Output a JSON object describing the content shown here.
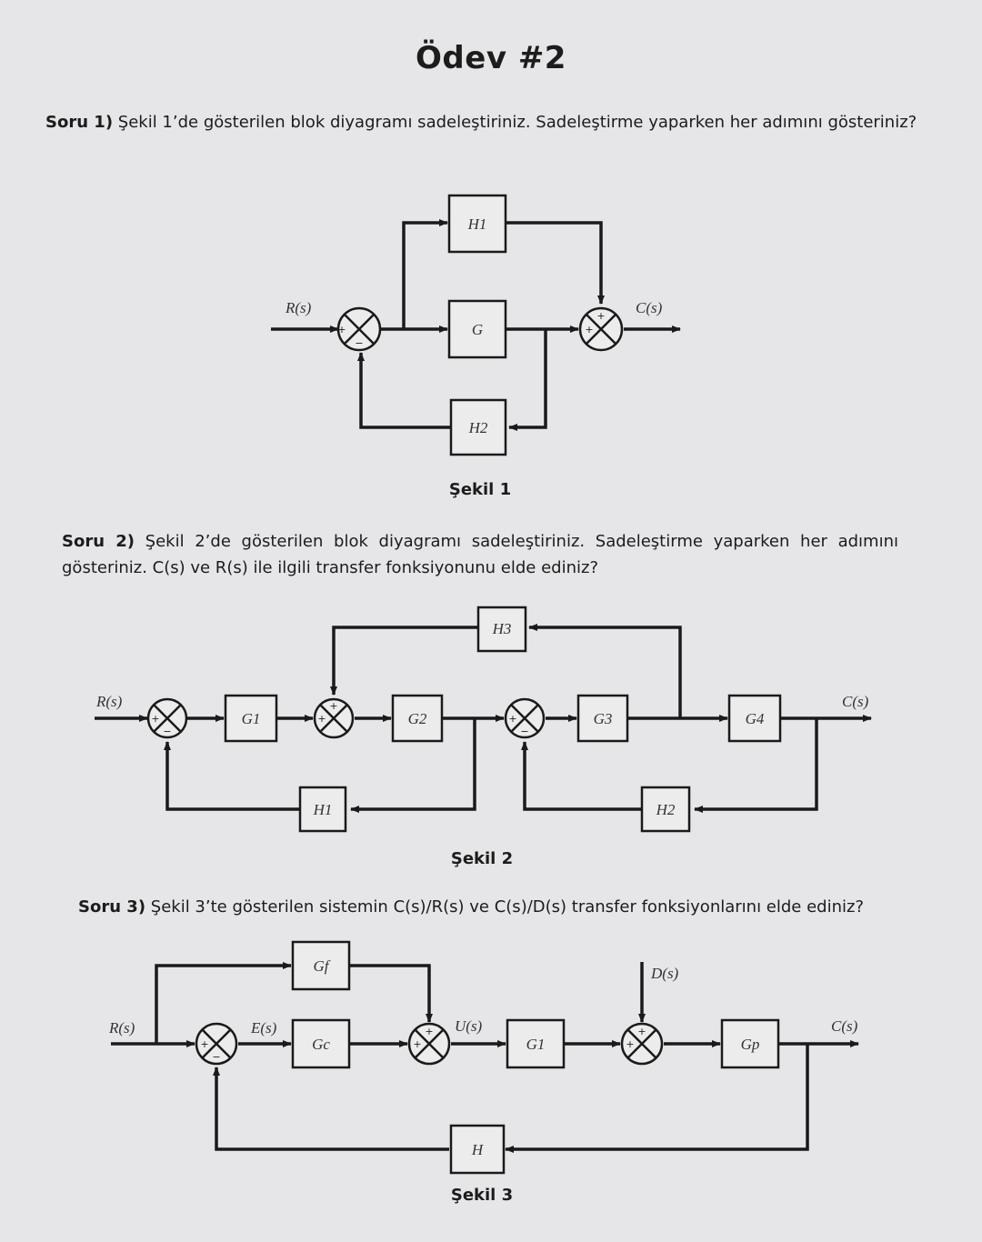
{
  "title": "Ödev #2",
  "questions": {
    "q1": {
      "number": "Soru 1)",
      "text": "Şekil 1’de gösterilen blok diyagramı sadeleştiriniz. Sadeleştirme yaparken her adımını gösteriniz?"
    },
    "q2": {
      "number": "Soru 2)",
      "text": "Şekil 2’de gösterilen blok diyagramı sadeleştiriniz. Sadeleştirme yaparken her adımını gösteriniz. C(s) ve R(s) ile ilgili transfer fonksiyonunu elde ediniz?"
    },
    "q3": {
      "number": "Soru 3)",
      "text": "Şekil 3’te gösterilen sistemin C(s)/R(s) ve C(s)/D(s) transfer fonksiyonlarını elde ediniz?"
    }
  },
  "figures": {
    "fig1": {
      "caption": "Şekil 1",
      "blocks": {
        "h1": "H1",
        "g": "G",
        "h2": "H2"
      },
      "signals": {
        "input": "R(s)",
        "output": "C(s)"
      },
      "signs": {
        "plus": "+",
        "minus": "−"
      }
    },
    "fig2": {
      "caption": "Şekil 2",
      "blocks": {
        "g1": "G1",
        "g2": "G2",
        "g3": "G3",
        "g4": "G4",
        "h1": "H1",
        "h2": "H2",
        "h3": "H3"
      },
      "signals": {
        "input": "R(s)",
        "output": "C(s)"
      },
      "signs": {
        "plus": "+",
        "minus": "−"
      }
    },
    "fig3": {
      "caption": "Şekil 3",
      "blocks": {
        "gf": "Gf",
        "gc": "Gc",
        "g1": "G1",
        "gp": "Gp",
        "h": "H"
      },
      "signals": {
        "input": "R(s)",
        "error": "E(s)",
        "control": "U(s)",
        "disturbance": "D(s)",
        "output": "C(s)"
      },
      "signs": {
        "plus": "+",
        "minus": "−"
      }
    }
  }
}
